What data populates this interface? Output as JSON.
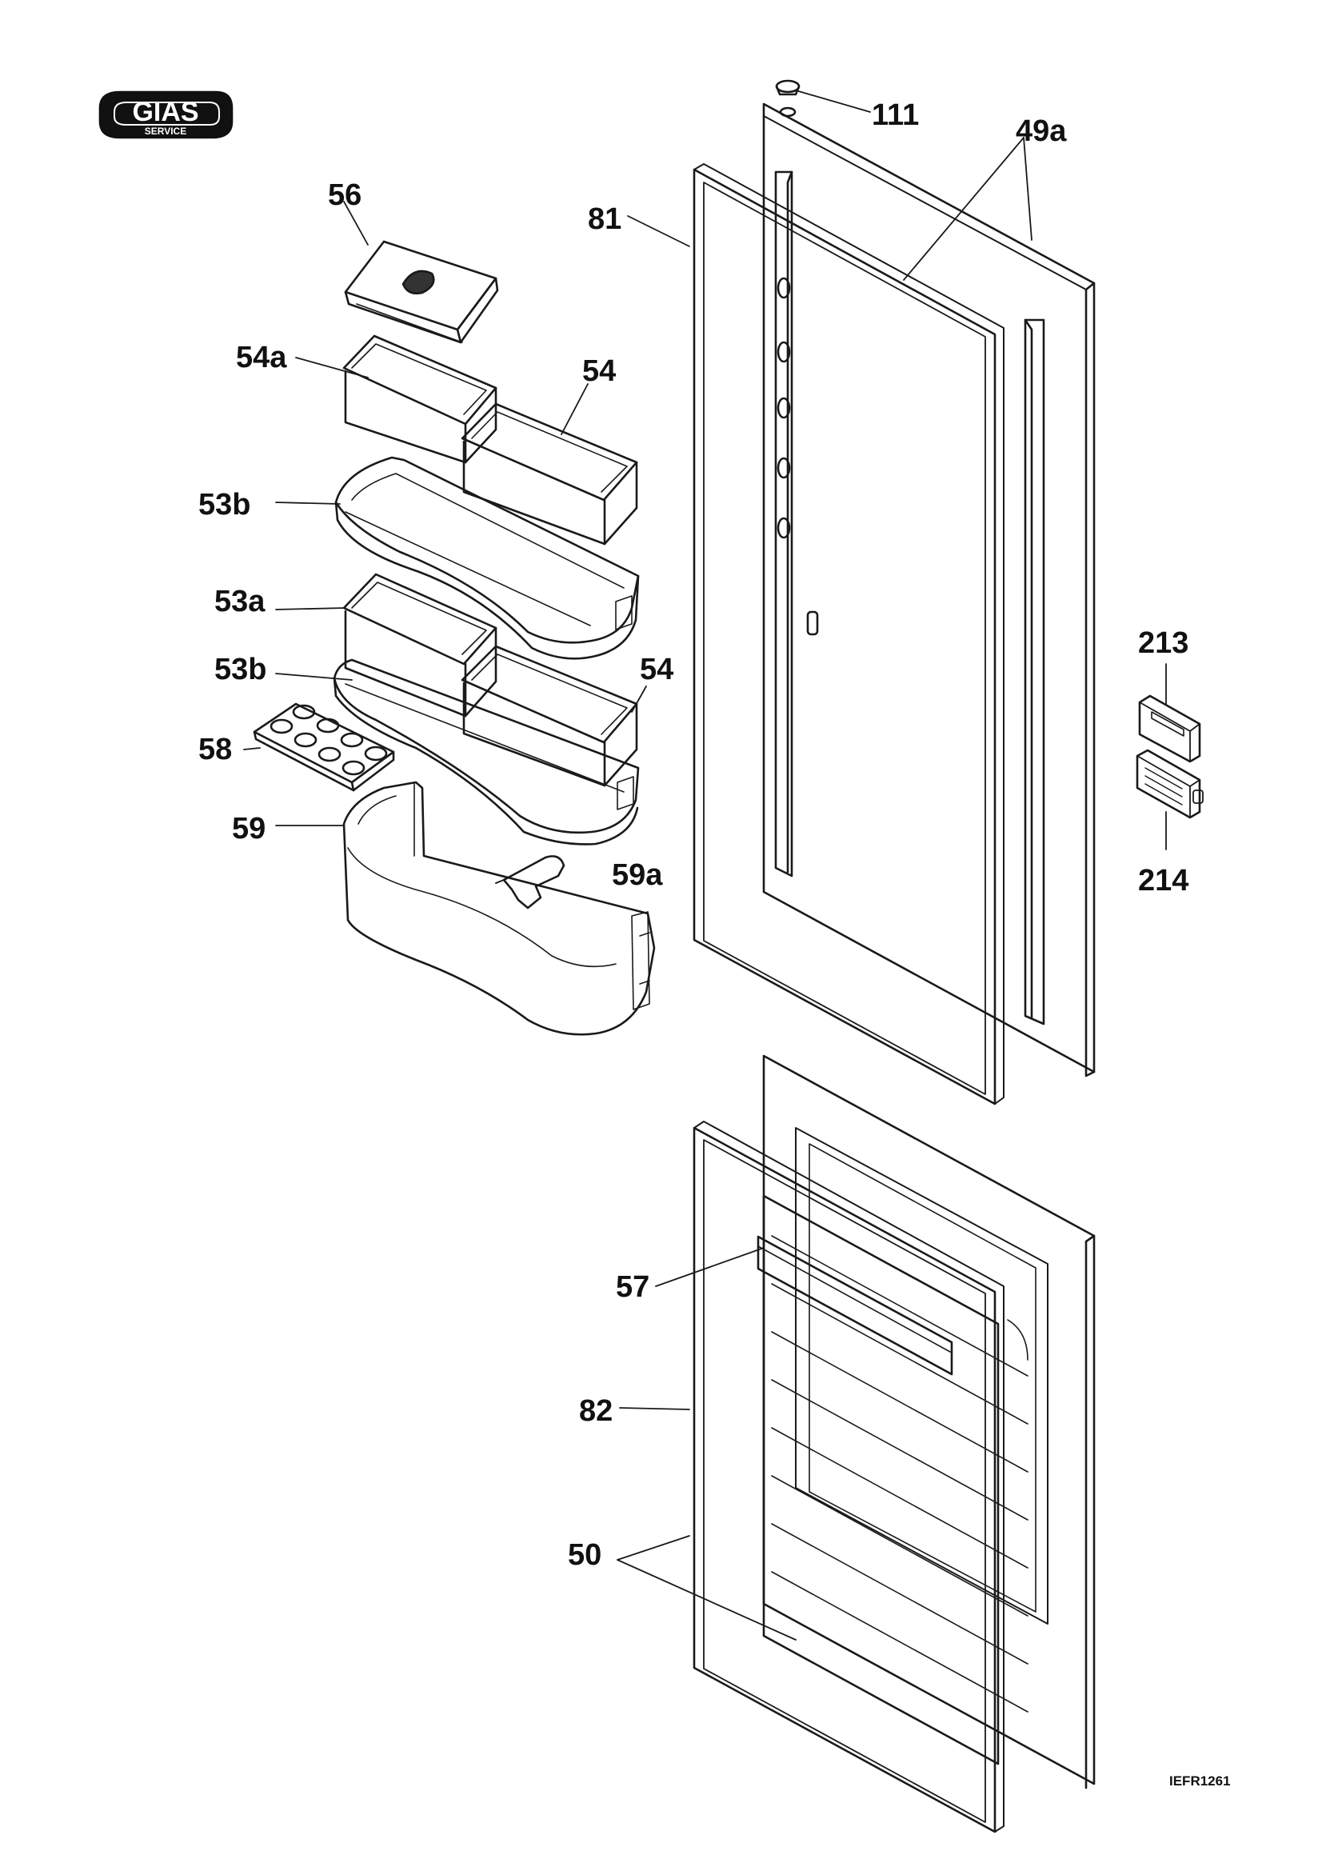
{
  "logo": {
    "brand": "GIAS",
    "sub": "SERVICE"
  },
  "drawing_code": "IEFR1261",
  "labels": {
    "p111": "111",
    "p49a": "49a",
    "p81": "81",
    "p56": "56",
    "p54a": "54a",
    "p54_top": "54",
    "p53b_top": "53b",
    "p53a": "53a",
    "p53b_mid": "53b",
    "p54_mid": "54",
    "p58": "58",
    "p59": "59",
    "p59a": "59a",
    "p213": "213",
    "p214": "214",
    "p57": "57",
    "p82": "82",
    "p50": "50"
  }
}
